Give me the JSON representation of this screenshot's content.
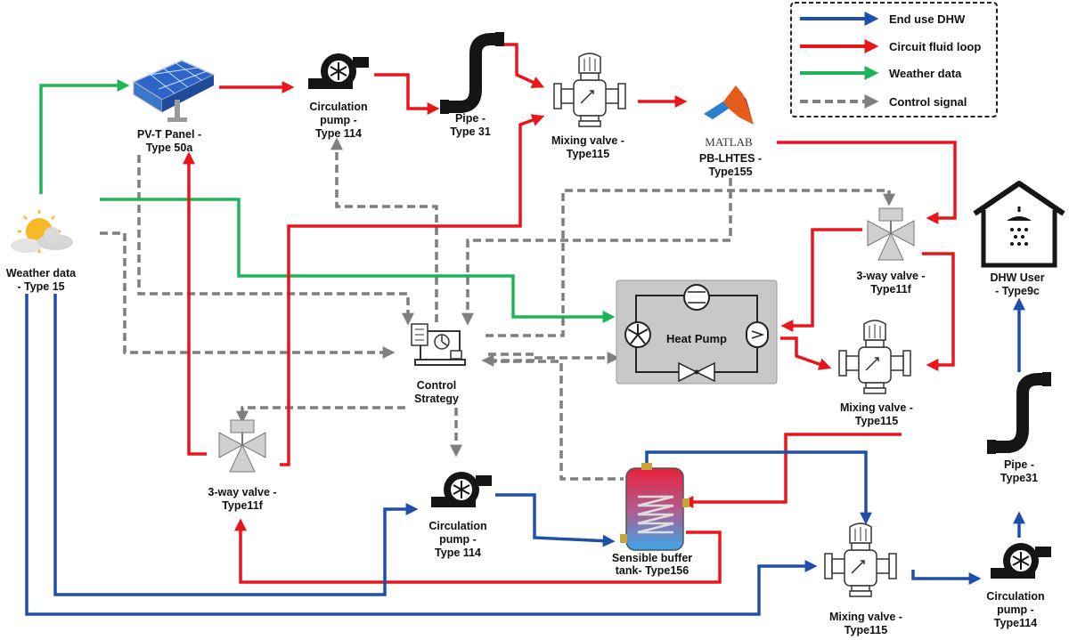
{
  "colors": {
    "dhw": "#1f4fa8",
    "circuit": "#e8151b",
    "weather": "#1fb35a",
    "control": "#7f7f7f"
  },
  "legend": {
    "end_use_dhw": "End use DHW",
    "circuit_fluid_loop": "Circuit fluid loop",
    "weather_data": "Weather data",
    "control_signal": "Control signal"
  },
  "components": {
    "pvt": {
      "line1": "PV-T Panel -",
      "line2": "Type 50a"
    },
    "circ_pump_top": {
      "line1": "Circulation",
      "line2": "pump -",
      "line3": "Type 114"
    },
    "pipe_top": {
      "line1": "Pipe -",
      "line2": "Type 31"
    },
    "mixing_valve_top": {
      "line1": "Mixing valve  -",
      "line2": "Type115"
    },
    "matlab_logo": "MATLAB",
    "pb_lhtes": {
      "line1": "PB-LHTES -",
      "line2": "Type155"
    },
    "weather": {
      "line1": "Weather data",
      "line2": "- Type 15"
    },
    "three_way_right": {
      "line1": "3-way valve -",
      "line2": "Type11f"
    },
    "dhw_user": {
      "line1": "DHW User",
      "line2": "- Type9c"
    },
    "heat_pump": {
      "label": "Heat Pump"
    },
    "control_strategy": {
      "line1": "Control",
      "line2": "Strategy"
    },
    "mixing_valve_right": {
      "line1": "Mixing valve -",
      "line2": "Type115"
    },
    "three_way_left": {
      "line1": "3-way valve -",
      "line2": "Type11f"
    },
    "circ_pump_mid": {
      "line1": "Circulation",
      "line2": "pump -",
      "line3": "Type 114"
    },
    "buffer_tank": {
      "line1": "Sensible buffer",
      "line2": "tank- Type156"
    },
    "pipe_right": {
      "line1": "Pipe -",
      "line2": "Type31"
    },
    "mixing_valve_bottom": {
      "line1": "Mixing valve -",
      "line2": "Type115"
    },
    "circ_pump_right": {
      "line1": "Circulation",
      "line2": "pump -",
      "line3": "Type114"
    }
  }
}
